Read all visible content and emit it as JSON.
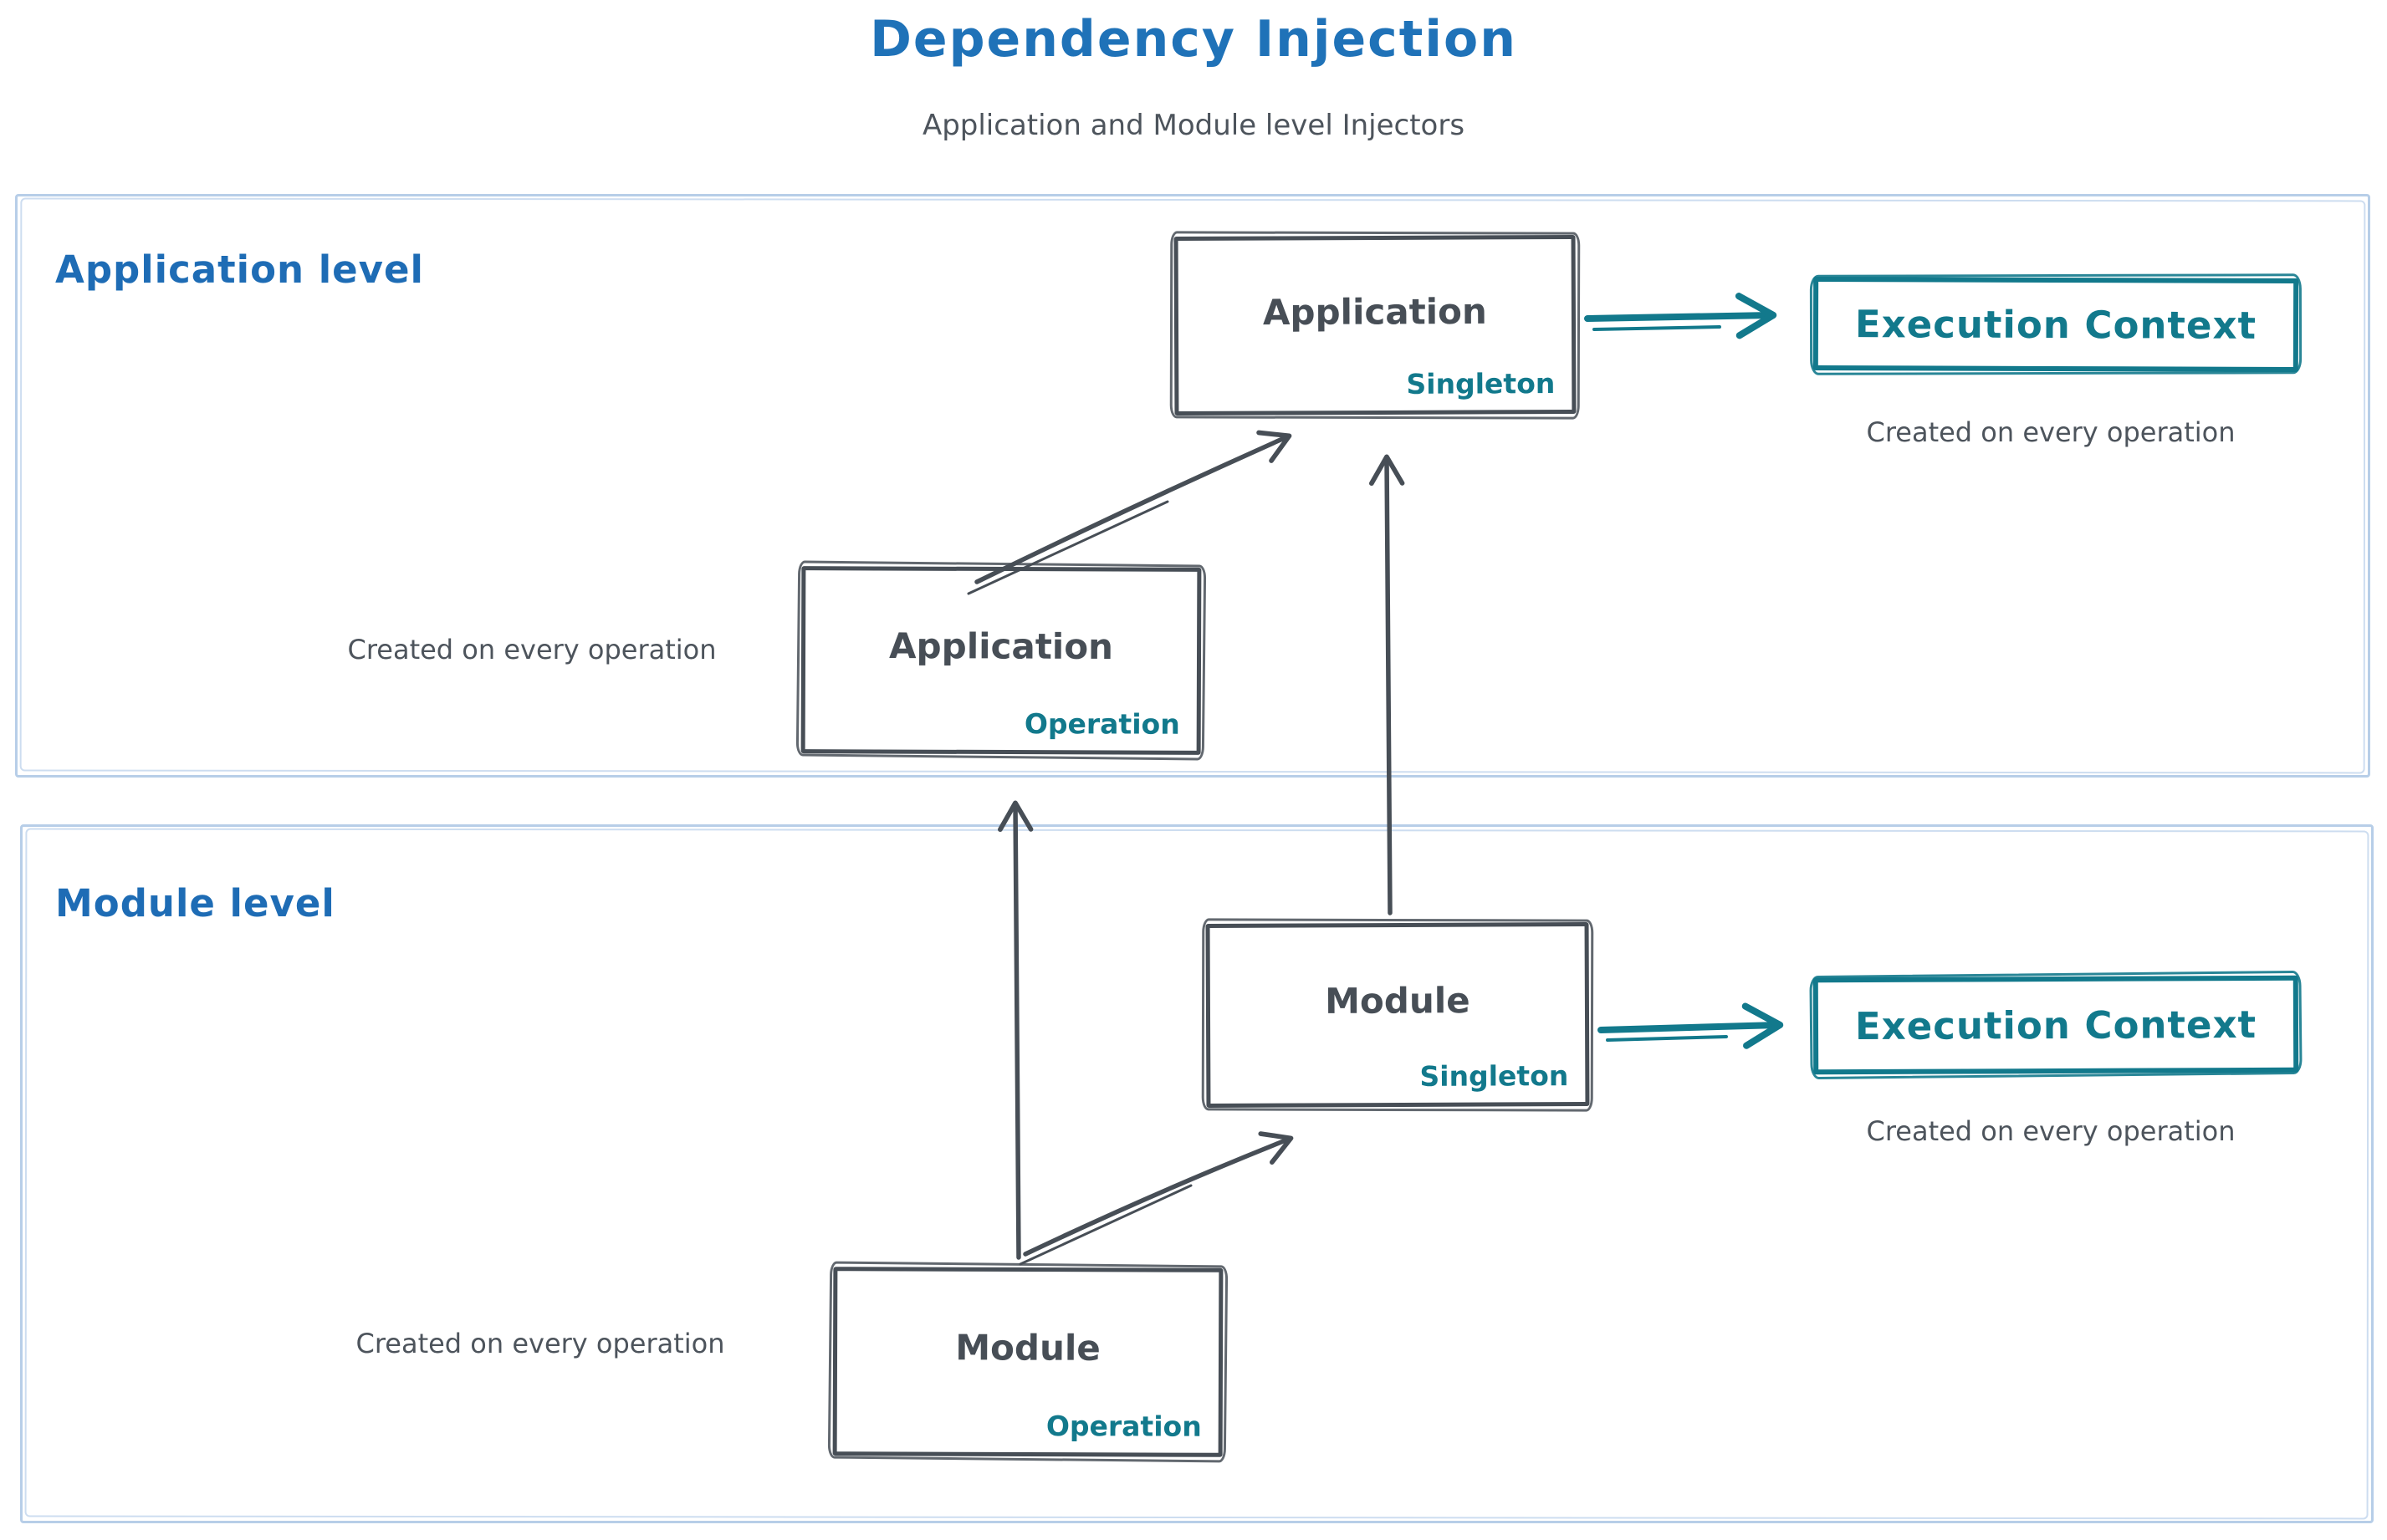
{
  "title": "Dependency Injection",
  "subtitle": "Application and Module level Injectors",
  "colors": {
    "headline_blue": "#1f72b8",
    "label_blue": "#1e6cb5",
    "ink_gray": "#474e56",
    "teal": "#12798c",
    "frame_blue": "#b7cee8",
    "background": "#ffffff"
  },
  "application_level": {
    "label": "Application level",
    "singleton_box": {
      "name": "Application",
      "scope": "Singleton"
    },
    "operation_box": {
      "name": "Application",
      "scope": "Operation"
    },
    "operation_note": "Created on every operation",
    "execution_context": {
      "label": "Execution Context",
      "note": "Created on every operation"
    }
  },
  "module_level": {
    "label": "Module level",
    "singleton_box": {
      "name": "Module",
      "scope": "Singleton"
    },
    "operation_box": {
      "name": "Module",
      "scope": "Operation"
    },
    "operation_note": "Created on every operation",
    "execution_context": {
      "label": "Execution Context",
      "note": "Created on every operation"
    }
  },
  "arrows": [
    {
      "id": "application-operation-to-application-singleton",
      "style": "ink-diagonal"
    },
    {
      "id": "module-singleton-to-application-singleton",
      "style": "ink-vertical"
    },
    {
      "id": "module-operation-to-application-operation",
      "style": "ink-vertical"
    },
    {
      "id": "module-operation-to-module-singleton",
      "style": "ink-diagonal"
    },
    {
      "id": "application-singleton-to-execution-context",
      "style": "teal-horizontal"
    },
    {
      "id": "module-singleton-to-execution-context",
      "style": "teal-horizontal"
    }
  ]
}
